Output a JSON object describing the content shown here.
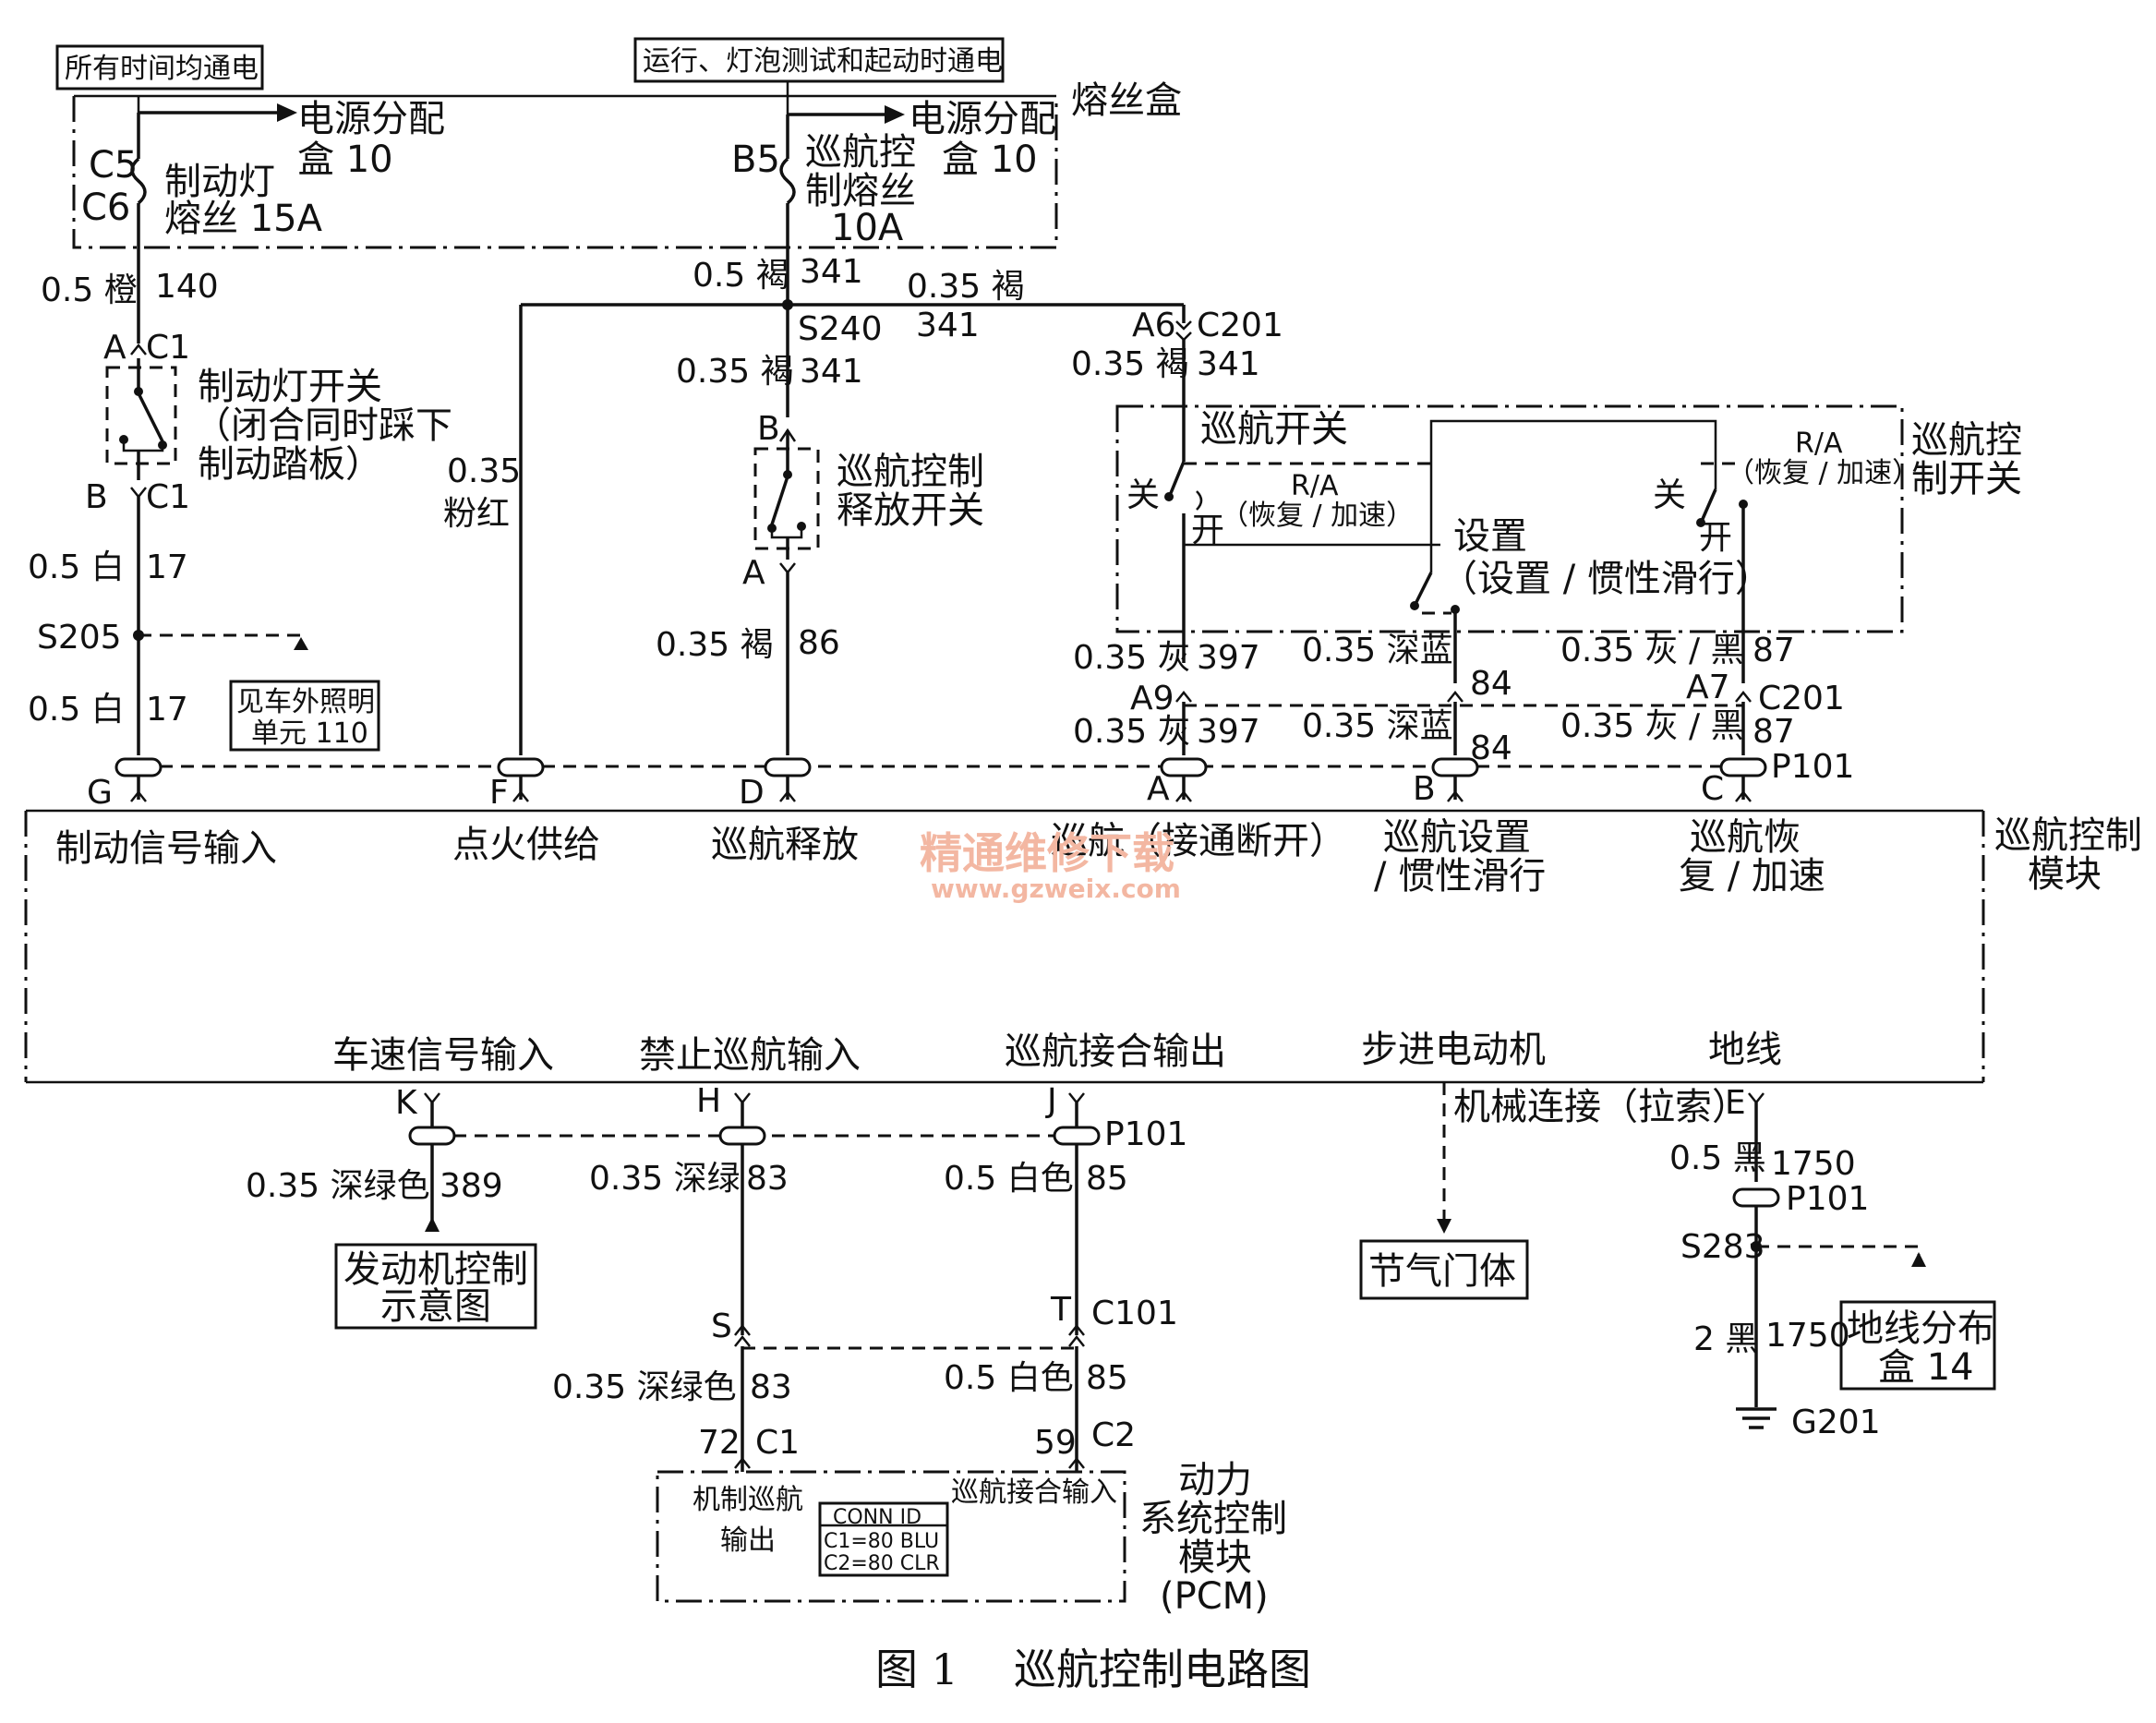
{
  "power": {
    "always_hot": "所有时间均通电",
    "run_hot": "运行、灯泡测试和起动时通电",
    "fuse_box": "熔丝盒",
    "dist_box_1_a": "电源分配",
    "dist_box_1_b": "盒 10",
    "dist_box_2_a": "电源分配",
    "dist_box_2_b": "盒 10",
    "fuse1_pin_top": "C5",
    "fuse1_pin_bottom": "C6",
    "fuse1_name_a": "制动灯",
    "fuse1_name_b": "熔丝 15A",
    "fuse2_pin": "B5",
    "fuse2_name_a": "巡航控",
    "fuse2_name_b": "制熔丝",
    "fuse2_name_c": "10A"
  },
  "wires": {
    "w140": "0.5 橙",
    "w140_num": "140",
    "w341_a": "0.5 褐",
    "w341_a_num": "341",
    "w341_b": "0.35 褐",
    "w341_b_num": "341",
    "w341_c": "0.35 褐",
    "w341_c_num": "341",
    "w341_d": "0.35 褐",
    "w341_d_num": "341",
    "splice_s240": "S240",
    "pink_a": "0.35",
    "pink_b": "粉红",
    "w86": "0.35 褐",
    "w86_num": "86",
    "w17_a": "0.5 白",
    "w17_a_num": "17",
    "splice_s205": "S205",
    "w17_b": "0.5 白",
    "w17_b_num": "17",
    "w397_a": "0.35 灰",
    "w397_a_num": "397",
    "w397_b": "0.35 灰",
    "w397_b_num": "397",
    "w84_a": "0.35 深蓝",
    "w84_a_num": "84",
    "w84_b": "0.35 深蓝",
    "w84_b_num": "84",
    "w87_a": "0.35 灰 / 黑",
    "w87_a_num": "87",
    "w87_b": "0.35 灰 / 黑",
    "w87_b_num": "87",
    "w389": "0.35 深绿色",
    "w389_num": "389",
    "w83_a": "0.35 深绿",
    "w83_a_num": "83",
    "w83_b": "0.35 深绿色",
    "w83_b_num": "83",
    "w85_a": "0.5 白色",
    "w85_a_num": "85",
    "w85_b": "0.5 白色",
    "w85_b_num": "85",
    "w1750_a": "0.5 黑",
    "w1750_a_num": "1750",
    "w1750_b": "2 黑",
    "w1750_b_num": "1750",
    "splice_s283": "S283",
    "ground": "G201"
  },
  "connectors": {
    "brake_sw_top_pin": "A",
    "brake_sw_top_conn": "C1",
    "brake_sw_bot_pin": "B",
    "brake_sw_bot_conn": "C1",
    "release_top_pin": "B",
    "release_bot_pin": "A",
    "c201_top_pin": "A6",
    "c201_top_conn": "C201",
    "c201_a9": "A9",
    "c201_a7": "A7",
    "c201_name": "C201",
    "p101_top": "P101",
    "pin_g": "G",
    "pin_f": "F",
    "pin_d": "D",
    "pin_a": "A",
    "pin_b": "B",
    "pin_c": "C",
    "pin_k": "K",
    "pin_h": "H",
    "pin_j": "J",
    "p101_bottom": "P101",
    "pin_e": "E",
    "p101_ground": "P101",
    "pin_s": "S",
    "pin_t": "T",
    "c101": "C101",
    "pcm_pin_72": "72",
    "pcm_conn_c1": "C1",
    "pcm_pin_59": "59",
    "pcm_conn_c2": "C2"
  },
  "components": {
    "brake_switch_a": "制动灯开关",
    "brake_switch_b": "（闭合同时踩下",
    "brake_switch_c": "制动踏板）",
    "release_switch_a": "巡航控制",
    "release_switch_b": "释放开关",
    "cruise_switch_title": "巡航开关",
    "cruise_ctrl_switch_a": "巡航控",
    "cruise_ctrl_switch_b": "制开关",
    "off_1": "关",
    "on_1": "开",
    "ra_1": "R/A",
    "ra_1_desc": "（恢复 / 加速）",
    "set": "设置",
    "set_desc": "（设置 / 惯性滑行）",
    "off_2": "关",
    "on_2": "开",
    "ra_2": "R/A",
    "ra_2_desc": "（恢复 / 加速）",
    "lighting_ref_a": "见车外照明",
    "lighting_ref_b": "单元 110",
    "module_a": "巡航控制",
    "module_b": "模块",
    "in_brake": "制动信号输入",
    "in_ign": "点火供给",
    "in_release": "巡航释放",
    "in_onoff": "巡航（接通断开）",
    "in_set_a": "巡航设置",
    "in_set_b": "/ 惯性滑行",
    "in_ra_a": "巡航恢",
    "in_ra_b": "复 / 加速",
    "in_vss": "车速信号输入",
    "in_inhibit": "禁止巡航输入",
    "out_engaged": "巡航接合输出",
    "stepper": "步进电动机",
    "ground_label": "地线",
    "mech_link": "机械连接（拉索）",
    "engine_ref_a": "发动机控制",
    "engine_ref_b": "示意图",
    "throttle": "节气门体",
    "ground_dist_a": "地线分布",
    "ground_dist_b": "盒 14",
    "pcm_out_a": "机制巡航",
    "pcm_out_b": "输出",
    "pcm_in": "巡航接合输入",
    "conn_id": "CONN ID",
    "conn_c1": "C1=80 BLU",
    "conn_c2": "C2=80 CLR",
    "pcm_name_a": "动力",
    "pcm_name_b": "系统控制",
    "pcm_name_c": "模块",
    "pcm_name_d": "(PCM)"
  },
  "watermark": {
    "cn": "精通维修下载",
    "url": "www.gzweix.com"
  },
  "caption": {
    "fig": "图 1",
    "title": "巡航控制电路图"
  }
}
